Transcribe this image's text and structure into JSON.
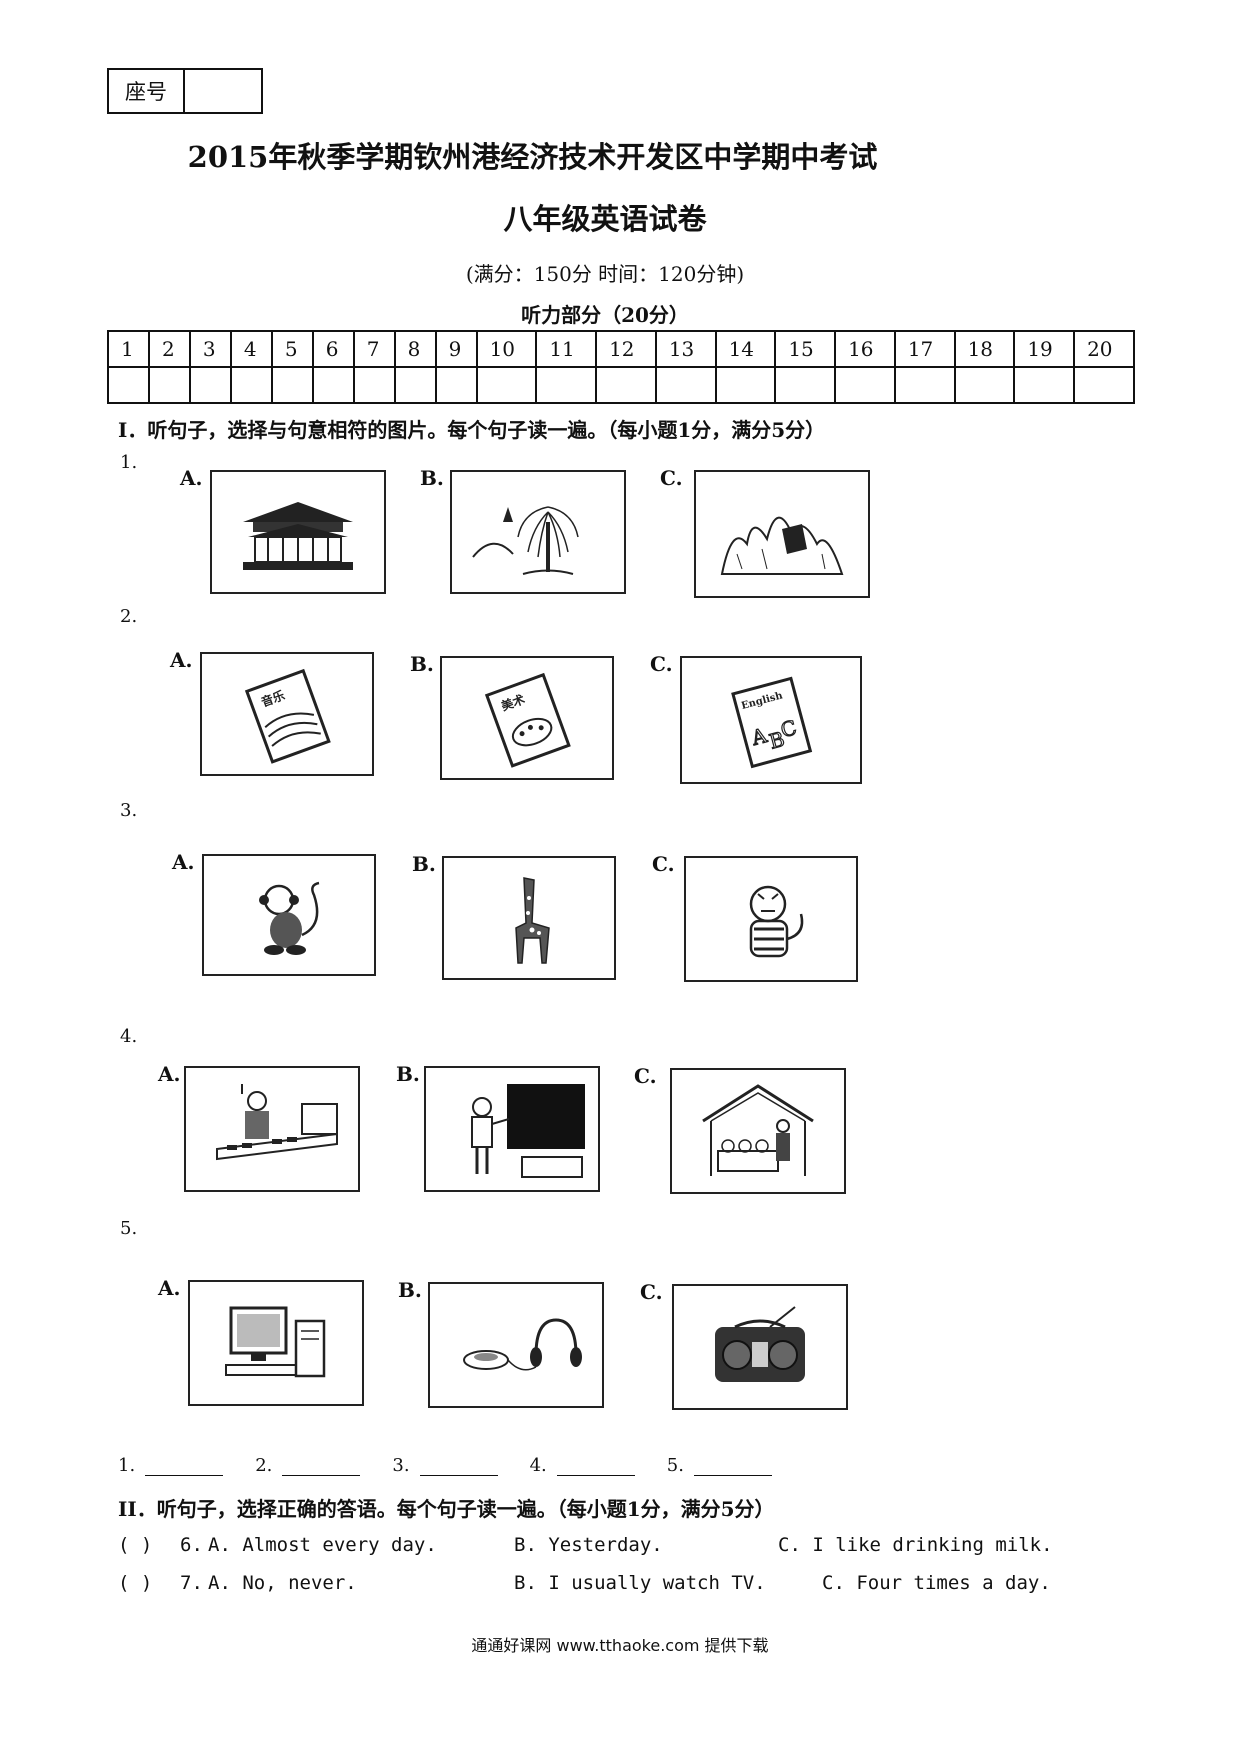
{
  "header": {
    "seat_label": "座号",
    "title": "2015年秋季学期钦州港经济技术开发区中学期中考试",
    "subtitle": "八年级英语试卷",
    "score_time": "(满分：150分 时间：120分钟)",
    "listening_title": "听力部分（20分）"
  },
  "answer_table": {
    "numbers": [
      "1",
      "2",
      "3",
      "4",
      "5",
      "6",
      "7",
      "8",
      "9",
      "10",
      "11",
      "12",
      "13",
      "14",
      "15",
      "16",
      "17",
      "18",
      "19",
      "20"
    ]
  },
  "section1": {
    "heading": "I．听句子，选择与句意相符的图片。每个句子读一遍。（每小题1分，满分5分）",
    "questions": [
      {
        "num": "1.",
        "options": [
          "A.",
          "B.",
          "C."
        ],
        "pictures": [
          "palace-pic",
          "willow-landscape-pic",
          "mountains-pic"
        ]
      },
      {
        "num": "2.",
        "options": [
          "A.",
          "B.",
          "C."
        ],
        "pictures": [
          "music-book-pic",
          "art-book-pic",
          "english-book-pic"
        ],
        "book_labels": [
          "音乐",
          "美术",
          "English"
        ]
      },
      {
        "num": "3.",
        "options": [
          "A.",
          "B.",
          "C."
        ],
        "pictures": [
          "monkey-pic",
          "giraffe-pic",
          "tiger-pic"
        ]
      },
      {
        "num": "4.",
        "options": [
          "A.",
          "B.",
          "C."
        ],
        "pictures": [
          "cashier-pic",
          "teacher-pic",
          "farmer-pic"
        ]
      },
      {
        "num": "5.",
        "options": [
          "A.",
          "B.",
          "C."
        ],
        "pictures": [
          "computer-pic",
          "cd-player-pic",
          "radio-pic"
        ]
      }
    ],
    "blanks": [
      "1.",
      "2.",
      "3.",
      "4.",
      "5."
    ]
  },
  "section2": {
    "heading": "II．听句子，选择正确的答语。每个句子读一遍。（每小题1分，满分5分）",
    "items": [
      {
        "paren": "(    )",
        "num": "6.",
        "a": "A. Almost every day.",
        "b": "B. Yesterday.",
        "c": "C. I like drinking milk."
      },
      {
        "paren": "(    )",
        "num": "7.",
        "a": "A. No, never.",
        "b": "B. I usually watch TV.",
        "c": "C. Four times a day."
      }
    ]
  },
  "footer": "通通好课网 www.tthaoke.com 提供下载"
}
